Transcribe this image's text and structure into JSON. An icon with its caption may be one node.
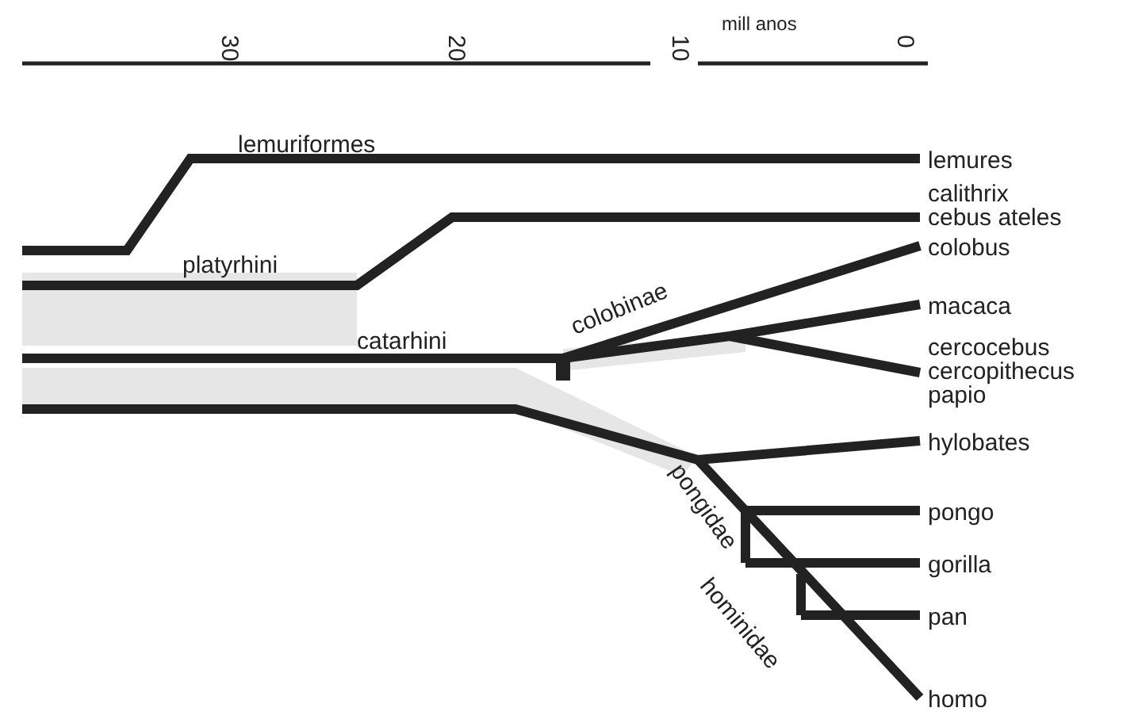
{
  "diagram": {
    "labels": [
      "mill anos",
      "30",
      "20",
      "10",
      "0",
      "lemuriformes",
      "lemures",
      "calithrix",
      "cebus ateles",
      "platyrhini",
      "colobus",
      "catarhini",
      "colobinae",
      "macaca",
      "cercocebus",
      "cercopithecus",
      "papio",
      "hylobates",
      "pongidae",
      "pongo",
      "gorilla",
      "hominidae",
      "pan",
      "homo"
    ]
  }
}
